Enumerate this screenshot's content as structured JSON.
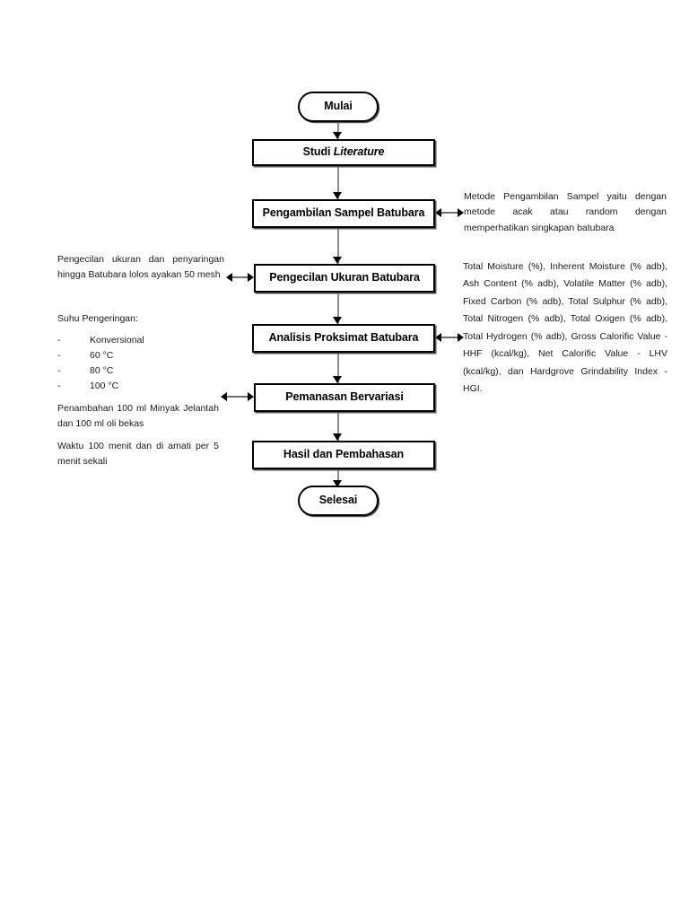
{
  "document": {
    "type": "flowchart",
    "title": "Diagram Alir Penelitian Batubara",
    "language": "id"
  },
  "flow": {
    "nodes": [
      {
        "id": "start",
        "shape": "terminal",
        "label": "Mulai"
      },
      {
        "id": "studi",
        "shape": "process",
        "label_plain": "Studi Literature",
        "label_normal": "Studi ",
        "label_italic": "Literature"
      },
      {
        "id": "sampel",
        "shape": "process",
        "label": "Pengambilan Sampel Batubara"
      },
      {
        "id": "pengecil",
        "shape": "process",
        "label": "Pengecilan Ukuran Batubara"
      },
      {
        "id": "analisis",
        "shape": "process",
        "label": "Analisis Proksimat Batubara"
      },
      {
        "id": "pemanas",
        "shape": "process",
        "label": "Pemanasan Bervariasi"
      },
      {
        "id": "hasil",
        "shape": "process",
        "label": "Hasil dan Pembahasan"
      },
      {
        "id": "end",
        "shape": "terminal",
        "label": "Selesai"
      }
    ],
    "edges": [
      {
        "from": "start",
        "to": "studi",
        "type": "arrow-down"
      },
      {
        "from": "studi",
        "to": "sampel",
        "type": "arrow-down"
      },
      {
        "from": "sampel",
        "to": "pengecil",
        "type": "arrow-down"
      },
      {
        "from": "pengecil",
        "to": "analisis",
        "type": "arrow-down"
      },
      {
        "from": "analisis",
        "to": "pemanas",
        "type": "arrow-down"
      },
      {
        "from": "pemanas",
        "to": "hasil",
        "type": "arrow-down"
      },
      {
        "from": "hasil",
        "to": "end",
        "type": "arrow-down"
      }
    ]
  },
  "annotations": {
    "right_sampel": {
      "attached_to": "sampel",
      "side": "right",
      "text": "Metode Pengambilan Sampel yaitu dengan metode acak atau random dengan memperhatikan singkapan batubara"
    },
    "right_analisis": {
      "attached_to": "analisis",
      "side": "right",
      "text": "Total Moisture (%), Inherent Moisture (% adb), Ash Content (% adb), Volatile Matter (% adb), Fixed Carbon (% adb), Total Sulphur (% adb), Total Nitrogen (% adb), Total Oxigen (% adb), Total Hydrogen (% adb), Gross Calorific Value - HHF (kcal/kg), Net Calorific Value - LHV (kcal/kg), dan Hardgrove Grindability Index - HGI."
    },
    "left_pengecil": {
      "attached_to": "pengecil",
      "side": "left",
      "text": "Pengecilan ukuran dan penyaringan hingga Batubara lolos ayakan 50 mesh"
    },
    "left_suhu": {
      "attached_to": "pemanas",
      "side": "left",
      "heading": "Suhu Pengeringan:",
      "bullet": "-",
      "items": [
        "Konversional",
        "60 °C",
        "80 °C",
        "100 °C"
      ]
    },
    "left_penambahan": {
      "attached_to": "pemanas",
      "side": "left",
      "text": "Penambahan 100 ml Minyak Jelantah dan 100 ml oli bekas"
    },
    "left_waktu": {
      "attached_to": "hasil",
      "side": "left",
      "text": "Waktu 100 menit dan di amati per 5 menit sekali"
    }
  },
  "colors": {
    "node_border": "#000000",
    "node_fill": "#ffffff",
    "connector_line": "#8d8d8d",
    "arrow_head": "#000000",
    "text": "#000000",
    "page_background": "#ffffff"
  }
}
